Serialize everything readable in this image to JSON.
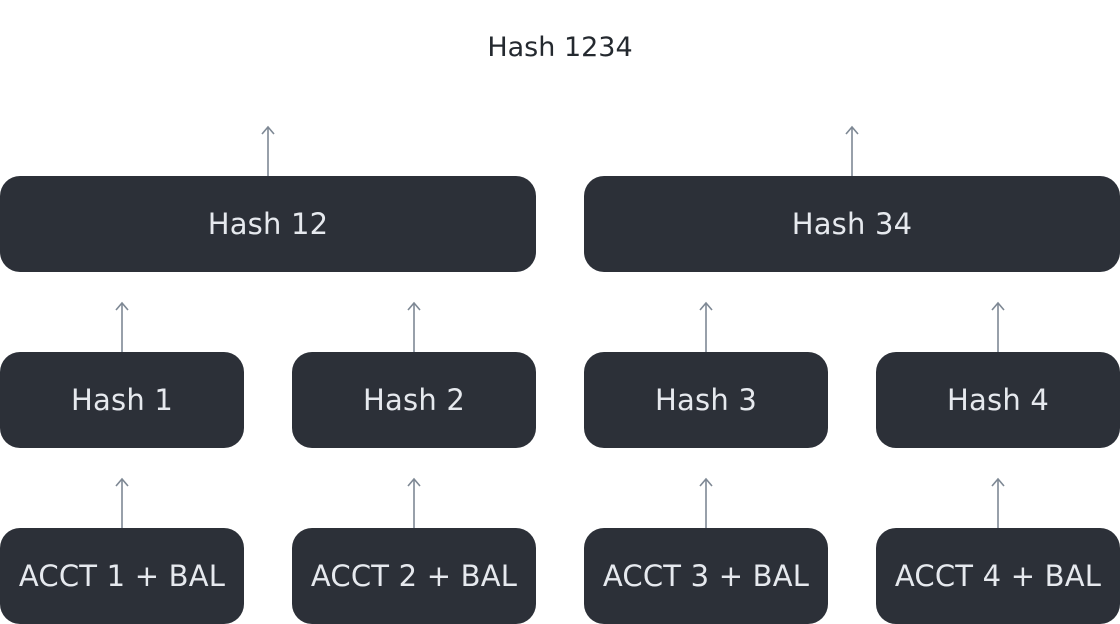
{
  "root": {
    "label": "Hash 1234"
  },
  "level1": [
    {
      "label": "Hash 12"
    },
    {
      "label": "Hash 34"
    }
  ],
  "level2": [
    {
      "label": "Hash 1"
    },
    {
      "label": "Hash 2"
    },
    {
      "label": "Hash 3"
    },
    {
      "label": "Hash 4"
    }
  ],
  "leaves": [
    {
      "label": "ACCT 1 + BAL"
    },
    {
      "label": "ACCT 2 + BAL"
    },
    {
      "label": "ACCT 3 + BAL"
    },
    {
      "label": "ACCT 4 + BAL"
    }
  ],
  "colors": {
    "node_fill": "#2c3038",
    "node_text": "#e6e9ee",
    "arrow": "#7e8894",
    "root_text": "#24292f"
  }
}
